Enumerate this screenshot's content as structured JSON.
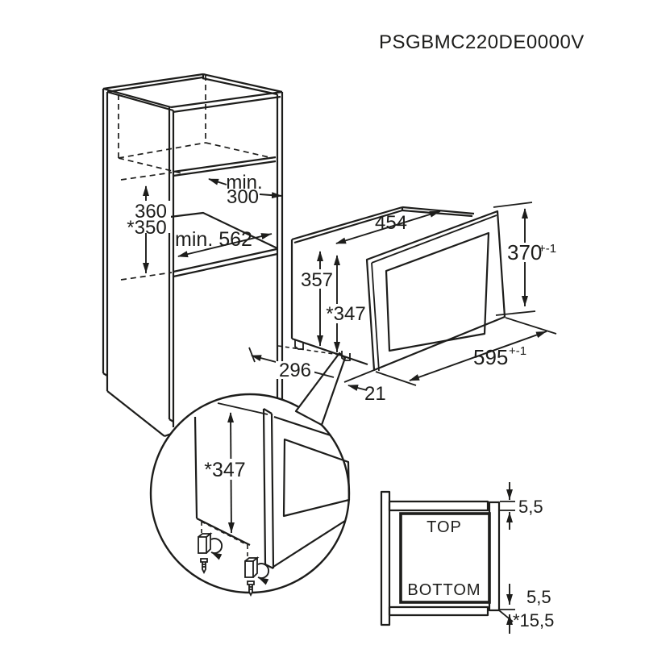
{
  "title": "PSGBMC220DE0000V",
  "colors": {
    "line": "#1d1d1b",
    "background": "#ffffff"
  },
  "cabinet": {
    "niche_depth": {
      "prefix": "min.",
      "value": "300"
    },
    "niche_width": "min. 562",
    "niche_height": {
      "value": "360",
      "alt_value": "*350"
    }
  },
  "oven": {
    "body_width": "454",
    "body_height": "357",
    "body_height_alt": "*347",
    "front_height": "370",
    "front_height_tolerance": "+-1",
    "front_width": "595",
    "front_width_tolerance": "+-1",
    "body_depth_clearance": "296",
    "frame_overlap": "21"
  },
  "detail": {
    "height": "*347"
  },
  "cross_section": {
    "top": "TOP",
    "bottom": "BOTTOM",
    "top_overlap": "5,5",
    "bottom_overlap": "5,5",
    "bottom_offset": "*15,5"
  }
}
